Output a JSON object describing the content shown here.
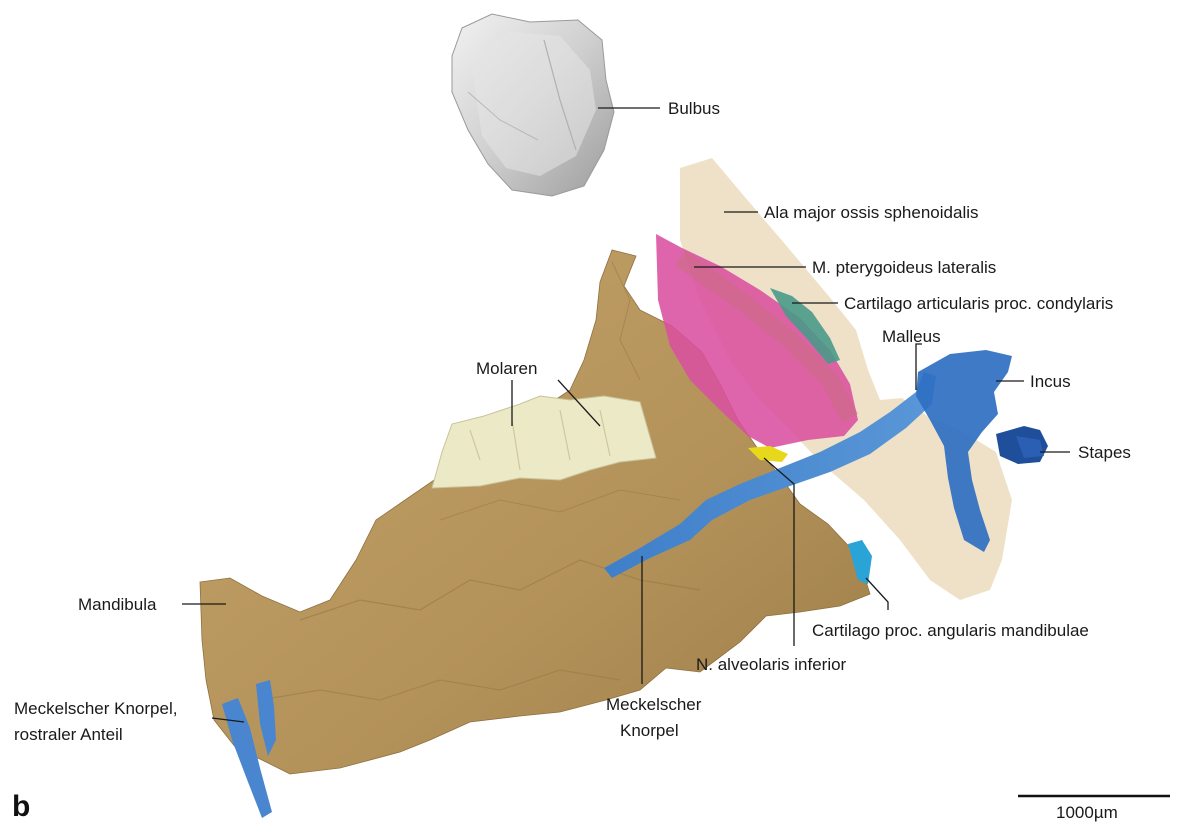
{
  "panel_letter": "b",
  "labels": {
    "bulbus": "Bulbus",
    "ala_major": "Ala major ossis sphenoidalis",
    "m_pterygoideus": "M. pterygoideus lateralis",
    "cartilago_articularis": "Cartilago articularis proc. condylaris",
    "malleus": "Malleus",
    "incus": "Incus",
    "stapes": "Stapes",
    "molaren": "Molaren",
    "mandibula": "Mandibula",
    "cartilago_angularis": "Cartilago proc. angularis mandibulae",
    "n_alveolaris": "N. alveolaris inferior",
    "meckel_line1": "Meckelscher",
    "meckel_line2": "Knorpel",
    "meckel_rostral_line1": "Meckelscher Knorpel,",
    "meckel_rostral_line2": "rostraler Anteil"
  },
  "scale_bar": {
    "label": "1000µm"
  },
  "colors": {
    "bulbus": "#cfcfcf",
    "mandibula": "#b6965a",
    "ala_major": "#e8d6b2",
    "m_pterygoideus": "#d9509f",
    "cartilago_articularis": "#4a9a8a",
    "meckel": "#4a86cf",
    "ossicles": "#2f6fc2",
    "molaren": "#e9e6c3",
    "n_alveolaris": "#e8d81c",
    "cartilago_angularis": "#2aa3d6"
  }
}
